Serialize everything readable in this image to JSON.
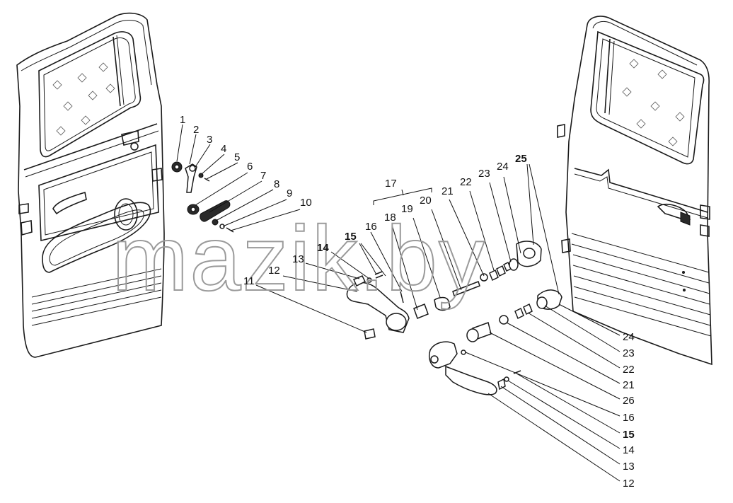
{
  "watermark": "mazik.by",
  "callouts": {
    "n1": "1",
    "n2": "2",
    "n3": "3",
    "n4": "4",
    "n5": "5",
    "n6": "6",
    "n7": "7",
    "n8": "8",
    "n9": "9",
    "n10": "10",
    "n11": "11",
    "n12": "12",
    "n13": "13",
    "n14": "14",
    "n15": "15",
    "n16": "16",
    "n17": "17",
    "n18": "18",
    "n19": "19",
    "n20": "20",
    "n21": "21",
    "n22": "22",
    "n23": "23",
    "n24": "24",
    "n25": "25",
    "r24": "24",
    "r23": "23",
    "r22": "22",
    "r21": "21",
    "r26": "26",
    "r16": "16",
    "r15": "15",
    "r14": "14",
    "r13": "13",
    "r12": "12"
  }
}
